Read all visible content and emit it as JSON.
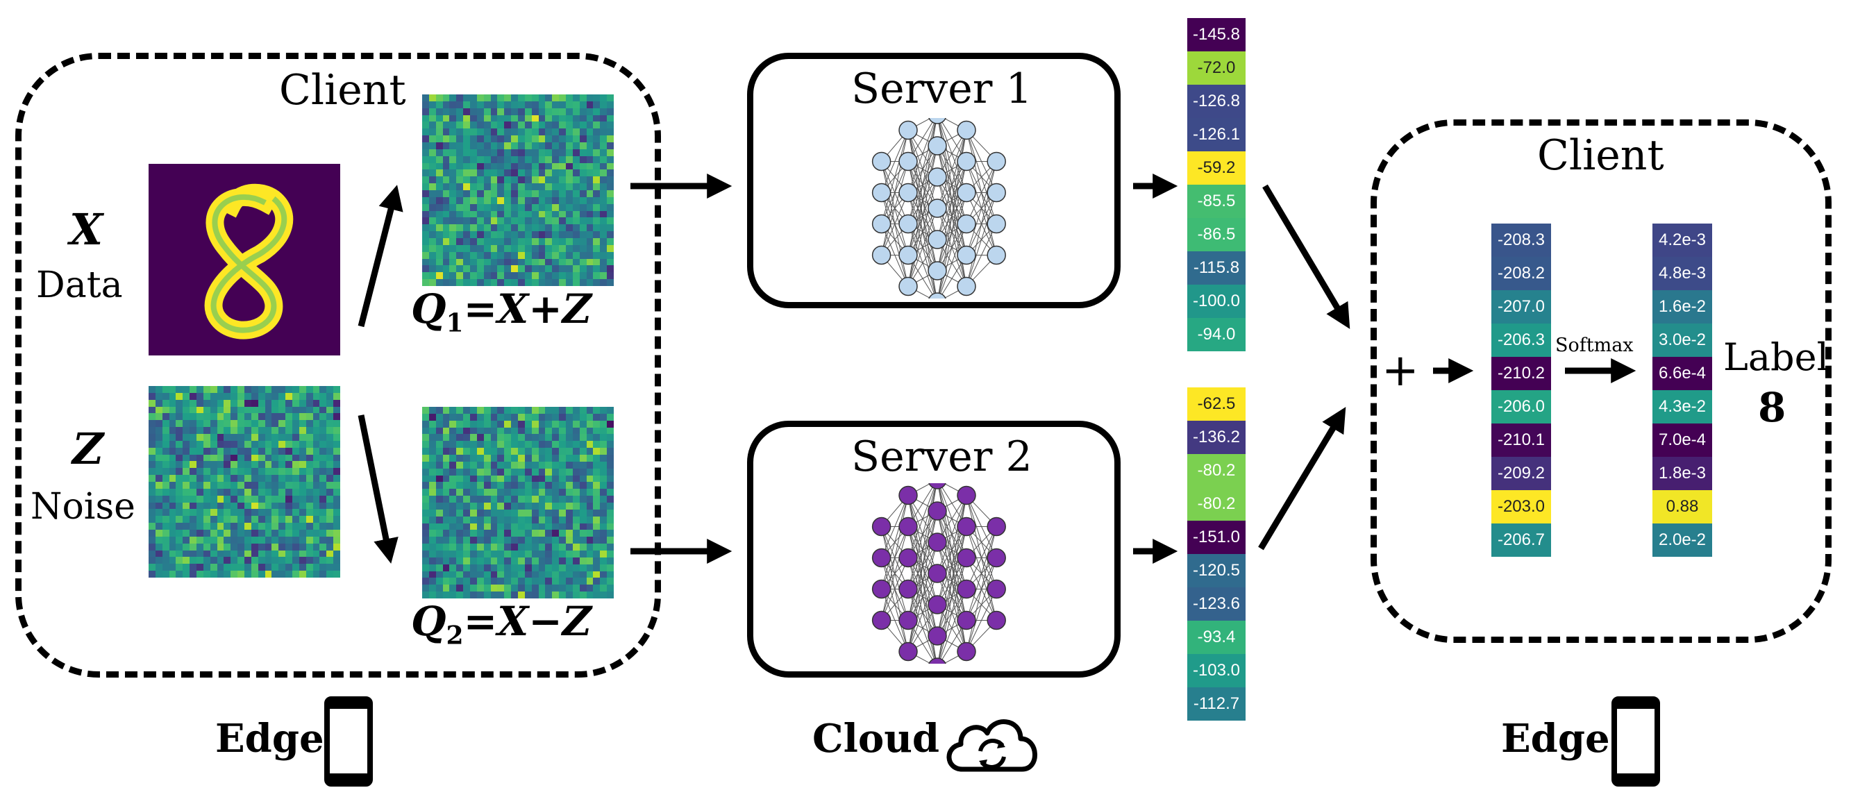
{
  "left_panel": {
    "title": "Client",
    "data_symbol": "X",
    "data_label": "Data",
    "noise_symbol": "Z",
    "noise_label": "Noise",
    "q1": {
      "symbol": "Q",
      "sub": "1",
      "rhs": "=X+Z"
    },
    "q2": {
      "symbol": "Q",
      "sub": "2",
      "rhs": "=X−Z"
    },
    "footer": "Edge",
    "footer_icon": "smartphone-icon"
  },
  "server1": {
    "title": "Server 1",
    "node_color": "#bcd6ee",
    "logits": [
      "-145.8",
      "-72.0",
      "-126.8",
      "-126.1",
      "-59.2",
      "-85.5",
      "-86.5",
      "-115.8",
      "-100.0",
      "-94.0"
    ]
  },
  "server2": {
    "title": "Server 2",
    "node_color": "#7b2fa8",
    "logits": [
      "-62.5",
      "-136.2",
      "-80.2",
      "-80.2",
      "-151.0",
      "-120.5",
      "-123.6",
      "-93.4",
      "-103.0",
      "-112.7"
    ]
  },
  "cloud": {
    "label": "Cloud",
    "icon": "cloud-sync-icon"
  },
  "right_panel": {
    "title": "Client",
    "plus": "+",
    "summed": [
      "-208.3",
      "-208.2",
      "-207.0",
      "-206.3",
      "-210.2",
      "-206.0",
      "-210.1",
      "-209.2",
      "-203.0",
      "-206.7"
    ],
    "softmax_label": "Softmax",
    "probs": [
      "4.2e-3",
      "4.8e-3",
      "1.6e-2",
      "3.0e-2",
      "6.6e-4",
      "4.3e-2",
      "7.0e-4",
      "1.8e-3",
      "0.88",
      "2.0e-2"
    ],
    "label_text": "Label",
    "label_value": "8",
    "footer": "Edge",
    "footer_icon": "smartphone-icon"
  },
  "colors": {
    "viridis_dark": "#440154",
    "viridis_yellow": "#fde725",
    "border": "#000000"
  }
}
